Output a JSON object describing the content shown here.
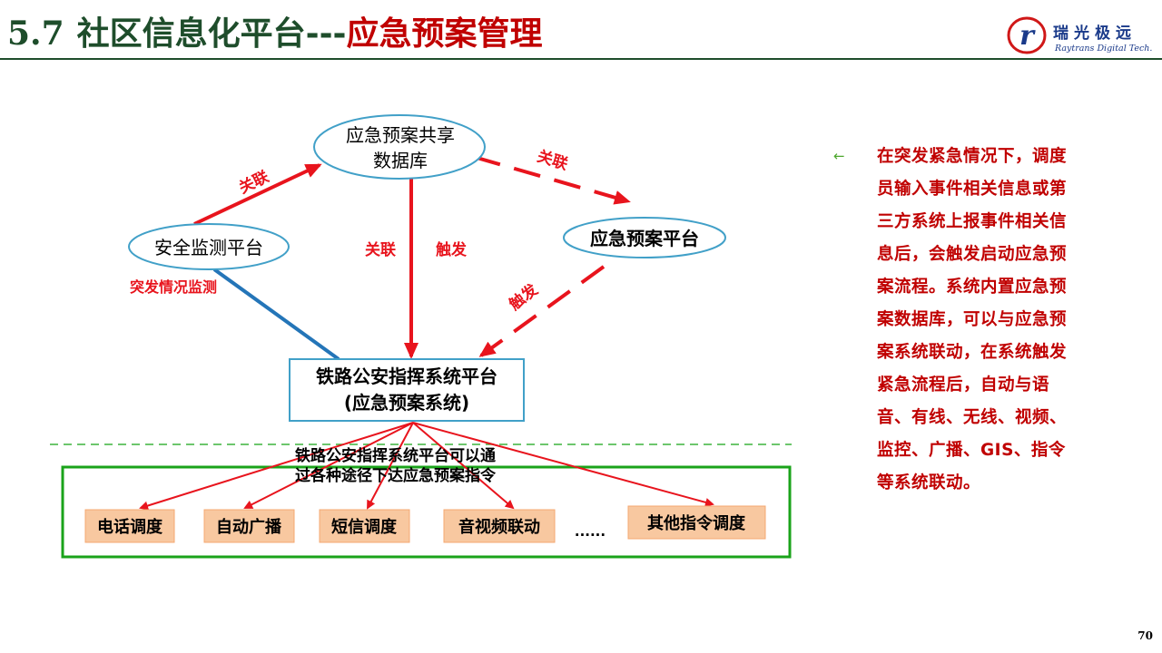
{
  "header": {
    "section_number": "5.7",
    "title_main": "社区信息化平台",
    "title_separator": "---",
    "title_sub": "应急预案管理",
    "title_color": "#1e4d2b",
    "accent_color": "#c00000"
  },
  "logo": {
    "mark": "r",
    "name_cn": "瑞光极远",
    "name_en": "Raytrans Digital Tech."
  },
  "diagram": {
    "nodes": {
      "shared_db": {
        "line1": "应急预案共享",
        "line2": "数据库"
      },
      "safety_monitor": {
        "label": "安全监测平台"
      },
      "emergency_platform": {
        "label": "应急预案平台"
      },
      "command_platform": {
        "line1": "铁路公安指挥系统平台",
        "line2": "(应急预案系统)"
      }
    },
    "edge_labels": {
      "monitor_to_db": "关联",
      "db_to_emergency": "关联",
      "db_to_command_assoc": "关联",
      "db_to_command_trigger": "触发",
      "emergency_to_command": "触发",
      "burst_monitoring": "突发情况监测"
    },
    "dispatch_note": {
      "line1": "铁路公安指挥系统平台可以通",
      "line2": "过各种途径下达应急预案指令"
    },
    "channels": [
      "电话调度",
      "自动广播",
      "短信调度",
      "音视频联动",
      "其他指令调度"
    ],
    "ellipsis": "......",
    "colors": {
      "arrow_red": "#e8141d",
      "ellipse_border": "#41a0c8",
      "box_border": "#41a0c8",
      "blue_line": "#2475b8",
      "frame_green": "#1aa31a",
      "dash_green": "#3cb43c",
      "channel_fill": "#f8c8a0",
      "label_red": "#e8141d"
    }
  },
  "sidebar_note": {
    "bullet": "←",
    "text": "在突发紧急情况下，调度员输入事件相关信息或第三方系统上报事件相关信息后，会触发启动应急预案流程。系统内置应急预案数据库，可以与应急预案系统联动，在系统触发紧急流程后，自动与语音、有线、无线、视频、监控、广播、GIS、指令等系统联动。"
  },
  "page_number": "70"
}
